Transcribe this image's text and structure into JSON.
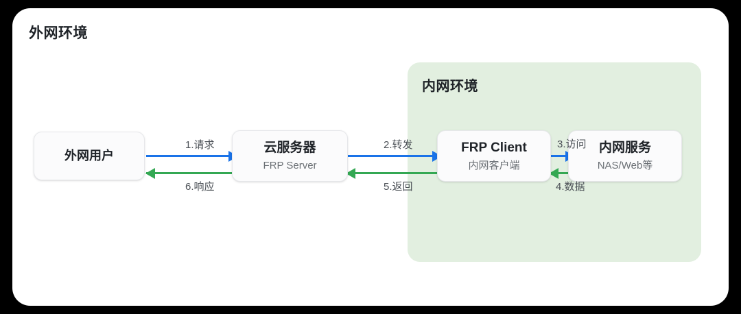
{
  "diagram": {
    "outer_zone": {
      "title": "外网环境"
    },
    "inner_zone": {
      "title": "内网环境"
    },
    "nodes": [
      {
        "id": "external-user",
        "main": "外网用户",
        "sub": ""
      },
      {
        "id": "cloud-server",
        "main": "云服务器",
        "sub": "FRP Server"
      },
      {
        "id": "frp-client",
        "main": "FRP Client",
        "sub": "内网客户端"
      },
      {
        "id": "intranet-service",
        "main": "内网服务",
        "sub": "NAS/Web等"
      }
    ],
    "flows": [
      {
        "step": "1",
        "label": "1.请求",
        "direction": "right",
        "color": "#1a73e8"
      },
      {
        "step": "2",
        "label": "2.转发",
        "direction": "right",
        "color": "#1a73e8"
      },
      {
        "step": "3",
        "label": "3.访问",
        "direction": "right",
        "color": "#1a73e8"
      },
      {
        "step": "4",
        "label": "4.数据",
        "direction": "left",
        "color": "#34a853"
      },
      {
        "step": "5",
        "label": "5.返回",
        "direction": "left",
        "color": "#34a853"
      },
      {
        "step": "6",
        "label": "6.响应",
        "direction": "left",
        "color": "#34a853"
      }
    ],
    "colors": {
      "request_blue": "#1a73e8",
      "response_green": "#34a853",
      "inner_zone_bg": "#e2efe0",
      "card_bg": "#ffffff",
      "page_bg": "#000000"
    }
  }
}
